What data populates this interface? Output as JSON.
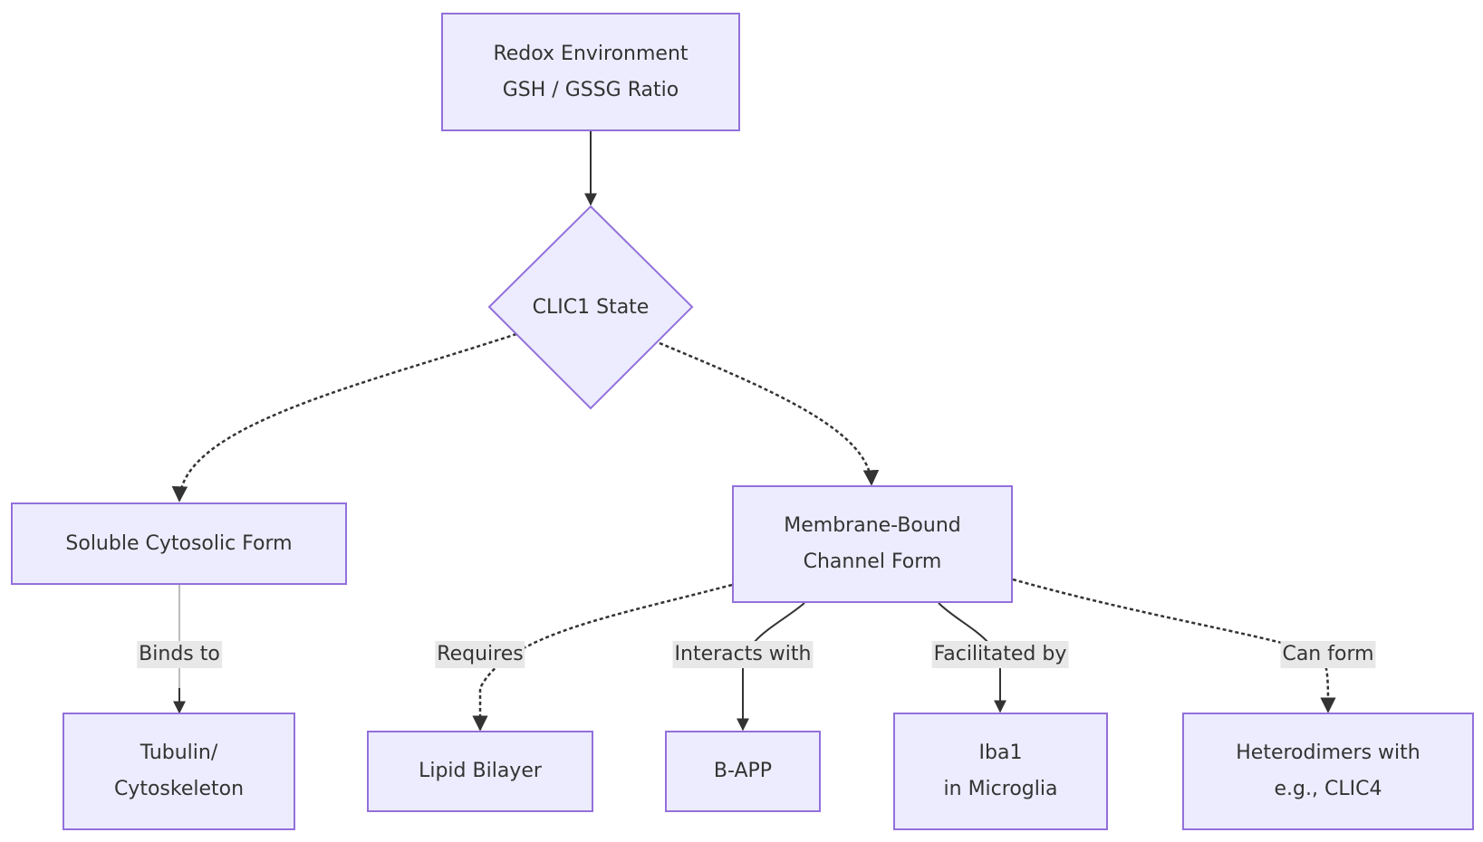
{
  "nodes": {
    "redox": {
      "line1": "Redox Environment",
      "line2": "GSH / GSSG Ratio"
    },
    "clic1": {
      "label": "CLIC1 State"
    },
    "soluble": {
      "label": "Soluble Cytosolic Form"
    },
    "membrane": {
      "line1": "Membrane-Bound",
      "line2": "Channel Form"
    },
    "tubulin": {
      "line1": "Tubulin/",
      "line2": "Cytoskeleton"
    },
    "lipid": {
      "label": "Lipid Bilayer"
    },
    "bapp": {
      "label": "B-APP"
    },
    "iba1": {
      "line1": "Iba1",
      "line2": "in Microglia"
    },
    "hetero": {
      "line1": "Heterodimers with",
      "line2": "e.g., CLIC4"
    }
  },
  "edges": {
    "binds_to": "Binds to",
    "requires": "Requires",
    "interacts_with": "Interacts with",
    "facilitated_by": "Facilitated by",
    "can_form": "Can form"
  },
  "colors": {
    "node_fill": "#ececfe",
    "node_border": "#9370db",
    "edge": "#333333",
    "edge_label_bg": "#e8e8e8"
  }
}
